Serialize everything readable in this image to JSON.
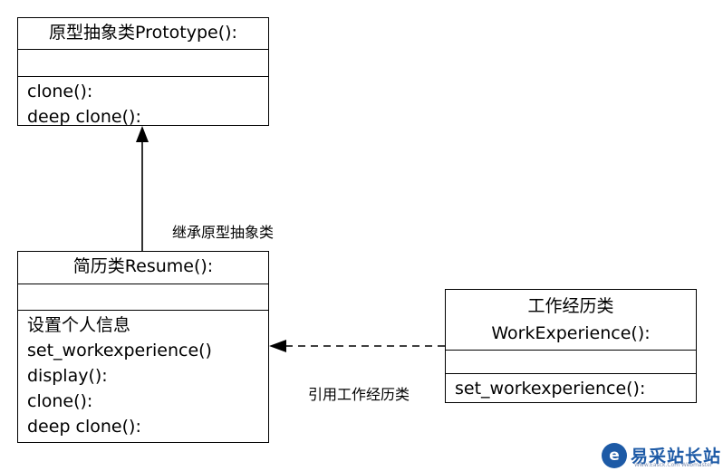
{
  "prototype_class": {
    "title": "原型抽象类Prototype():",
    "attributes": [],
    "operations": [
      "clone():",
      "deep clone():"
    ]
  },
  "resume_class": {
    "title": "简历类Resume():",
    "attributes": [],
    "operations": [
      "设置个人信息",
      "set_workexperience()",
      "display():",
      "clone():",
      "deep clone():"
    ]
  },
  "work_class": {
    "title_line1": "工作经历类",
    "title_line2": "WorkExperience():",
    "attributes": [],
    "operations": [
      "set_workexperience():"
    ]
  },
  "relations": {
    "inherit_label": "继承原型抽象类",
    "reference_label": "引用工作经历类"
  },
  "watermark": {
    "logo": "e",
    "text": "易采站长站",
    "subtext": "Www.Easck.Com Webmaster"
  }
}
